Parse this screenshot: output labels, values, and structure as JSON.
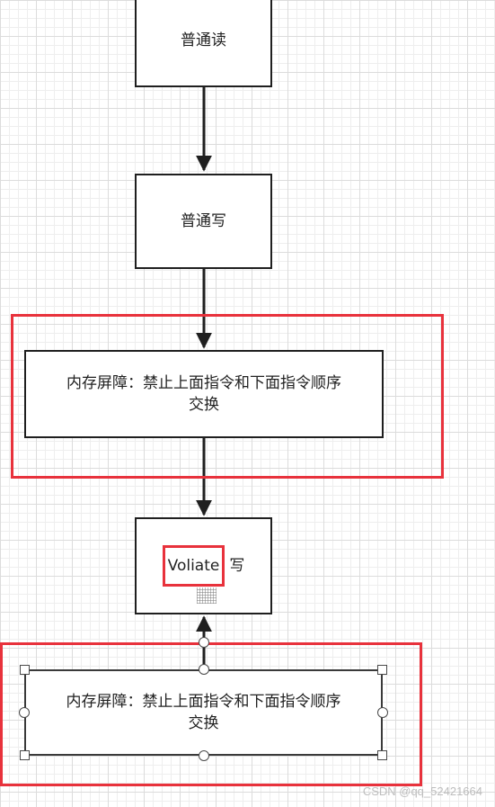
{
  "nodes": {
    "read": "普通读",
    "write": "普通写",
    "barrier1_line1": "内存屏障：禁止上面指令和下面指令顺序",
    "barrier1_line2": "交换",
    "volatile_word": "Voliate",
    "volatile_suffix": "写",
    "barrier2_line1": "内存屏障：禁止上面指令和下面指令顺序",
    "barrier2_line2": "交换"
  },
  "colors": {
    "highlight": "#e8323c",
    "stroke": "#1f1f1f"
  },
  "watermark": "CSDN @qq_52421664"
}
